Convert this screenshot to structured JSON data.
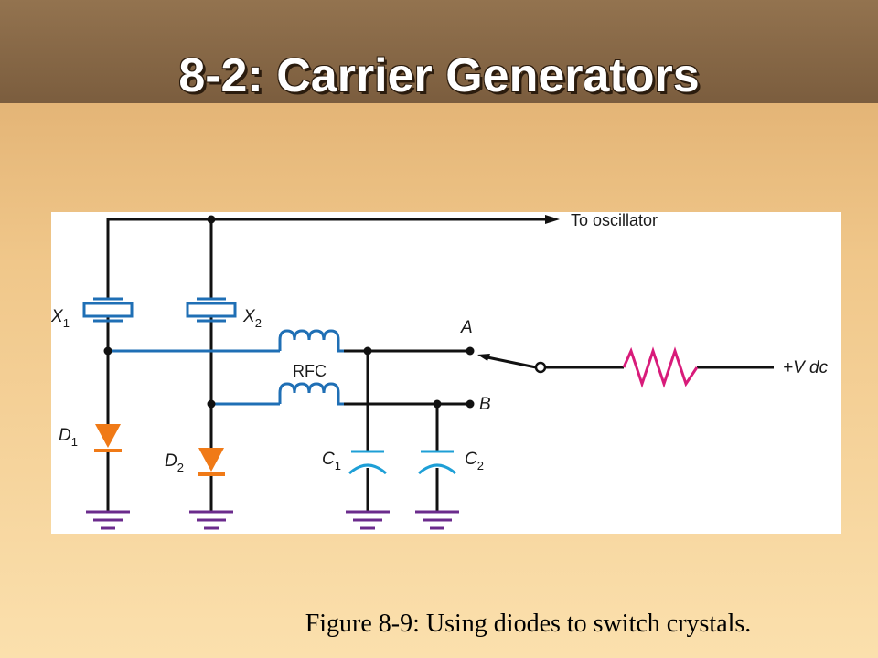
{
  "slide": {
    "title": "8-2: Carrier Generators",
    "caption": "Figure 8-9: Using diodes to switch crystals."
  },
  "diagram": {
    "labels": {
      "to_oscillator": "To oscillator",
      "x1": "X",
      "x1_sub": "1",
      "x2": "X",
      "x2_sub": "2",
      "rfc": "RFC",
      "a": "A",
      "b": "B",
      "vdc": "+V dc",
      "d1": "D",
      "d1_sub": "1",
      "d2": "D",
      "d2_sub": "2",
      "c1": "C",
      "c1_sub": "1",
      "c2": "C",
      "c2_sub": "2"
    },
    "colors": {
      "wire": "#111111",
      "rf_wire": "#1f6fb5",
      "crystal": "#1f6fb5",
      "capacitor": "#1e9fd6",
      "diode": "#f07a17",
      "ground": "#6b2b8c",
      "resistor": "#d81b7a"
    }
  }
}
